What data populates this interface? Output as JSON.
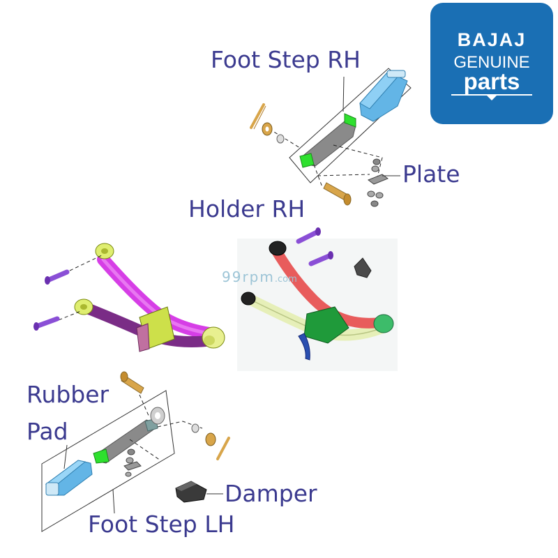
{
  "labels": {
    "foot_step_rh": "Foot Step RH",
    "plate": "Plate",
    "holder_rh": "Holder RH",
    "rubber_pad_line1": "Rubber",
    "rubber_pad_line2": "Pad",
    "damper": "Damper",
    "foot_step_lh": "Foot Step LH"
  },
  "logo": {
    "brand": "BAJAJ",
    "line2": "GENUINE",
    "line3": "parts"
  },
  "watermark": {
    "main": "99rpm",
    "suffix": ".com"
  },
  "colors": {
    "label_text": "#3b3a8f",
    "logo_bg": "#1a6fb4",
    "rubber_pad": "#63b5e6",
    "holder_lh_upper": "#d63ee6",
    "holder_lh_lower": "#7a2c86",
    "holder_rh_upper": "#e85c5c",
    "holder_rh_lower": "#e6efb8",
    "bracket_green": "#2db82d",
    "bolt_purple": "#8a4fd6",
    "pin_gold": "#d8a54a",
    "damper_dark": "#444444"
  },
  "icons": [
    "bolt-icon",
    "pin-icon",
    "washer-icon",
    "nut-icon"
  ]
}
